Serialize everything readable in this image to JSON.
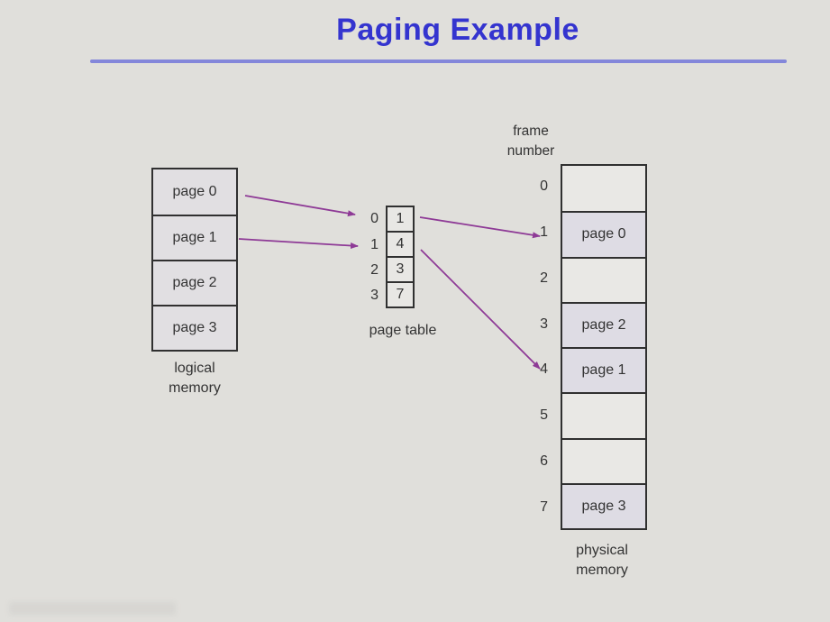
{
  "title": "Paging Example",
  "colors": {
    "background": "#e0dfdb",
    "title": "#3434cf",
    "rule": "#8487da",
    "box_border": "#303030",
    "occupied_frame_fill": "#dedce4",
    "empty_frame_fill": "#e9e8e5",
    "arrow": "#8e3a96"
  },
  "logical_memory": {
    "label": "logical memory",
    "pages": [
      {
        "label": "page 0"
      },
      {
        "label": "page 1"
      },
      {
        "label": "page 2"
      },
      {
        "label": "page 3"
      }
    ]
  },
  "page_table": {
    "label": "page table",
    "rows": [
      {
        "index": "0",
        "value": "1"
      },
      {
        "index": "1",
        "value": "4"
      },
      {
        "index": "2",
        "value": "3"
      },
      {
        "index": "3",
        "value": "7"
      }
    ]
  },
  "physical_memory": {
    "label": "physical memory",
    "column_header": "frame number",
    "frames": [
      {
        "number": "0",
        "content": ""
      },
      {
        "number": "1",
        "content": "page 0"
      },
      {
        "number": "2",
        "content": ""
      },
      {
        "number": "3",
        "content": "page 2"
      },
      {
        "number": "4",
        "content": "page 1"
      },
      {
        "number": "5",
        "content": ""
      },
      {
        "number": "6",
        "content": ""
      },
      {
        "number": "7",
        "content": "page 3"
      }
    ]
  },
  "arrows": [
    {
      "from": "logical page 0",
      "to": "page table entry 0"
    },
    {
      "from": "logical page 1",
      "to": "page table entry 1"
    },
    {
      "from": "page table value 1",
      "to": "frame 1"
    },
    {
      "from": "page table value 4",
      "to": "frame 4"
    }
  ]
}
